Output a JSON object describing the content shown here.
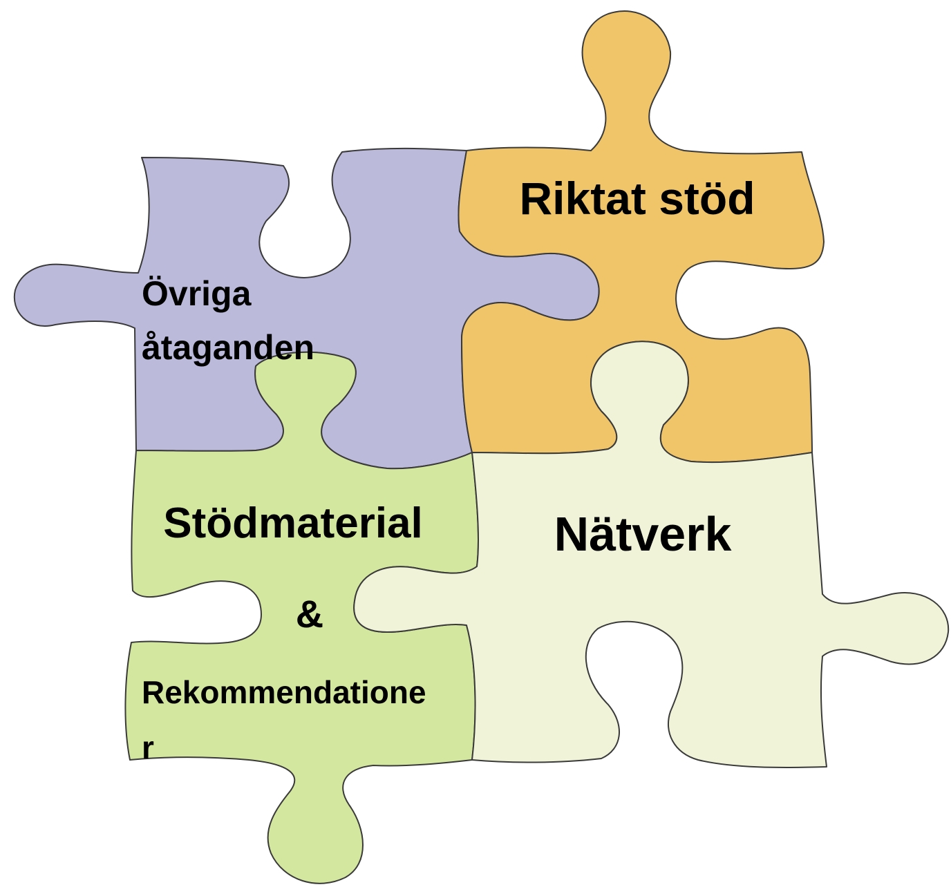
{
  "pieces": {
    "ovriga": {
      "color": "#bcbadb",
      "label_lines": [
        "Övriga",
        "åtaganden"
      ]
    },
    "riktat": {
      "color": "#f0c468",
      "label_lines": [
        "Riktat stöd"
      ]
    },
    "stodmaterial": {
      "color": "#d4e79e",
      "label_lines": [
        "Stödmaterial",
        "&",
        "Rekommendatione",
        "r"
      ]
    },
    "natverk": {
      "color": "#f1f3d8",
      "label_lines": [
        "Nätverk"
      ]
    }
  },
  "outline_color": "#3a3a3a"
}
